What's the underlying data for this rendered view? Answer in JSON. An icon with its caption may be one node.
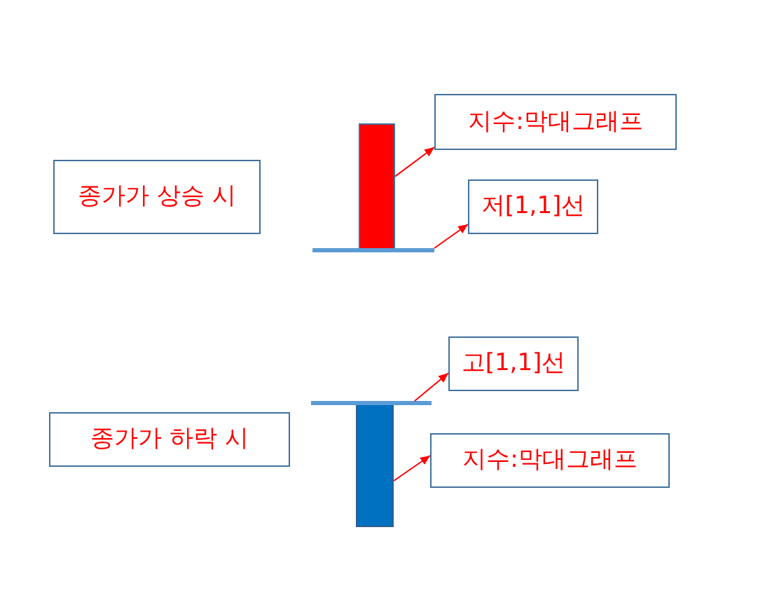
{
  "diagram": {
    "nodes": [
      {
        "text": [
          "종가가 상승 시"
        ]
      },
      {
        "text": [],
        "shape": "bar"
      },
      {
        "text": [],
        "shape": "line"
      },
      {
        "text": [
          "지수:막대그래프"
        ]
      },
      {
        "text": [
          "저[1,1]선"
        ]
      },
      {
        "text": [
          "종가가 하락 시"
        ]
      },
      {
        "text": [],
        "shape": "line"
      },
      {
        "text": [],
        "shape": "bar"
      },
      {
        "text": [
          "고[1,1]선"
        ]
      },
      {
        "text": [
          "지수:막대그래프"
        ]
      }
    ],
    "edges": [
      {
        "from": 1,
        "to": 3,
        "arrow": "to"
      },
      {
        "from": 2,
        "to": 4,
        "arrow": "to"
      },
      {
        "from": 6,
        "to": 8,
        "arrow": "to"
      },
      {
        "from": 7,
        "to": 9,
        "arrow": "to"
      }
    ]
  }
}
